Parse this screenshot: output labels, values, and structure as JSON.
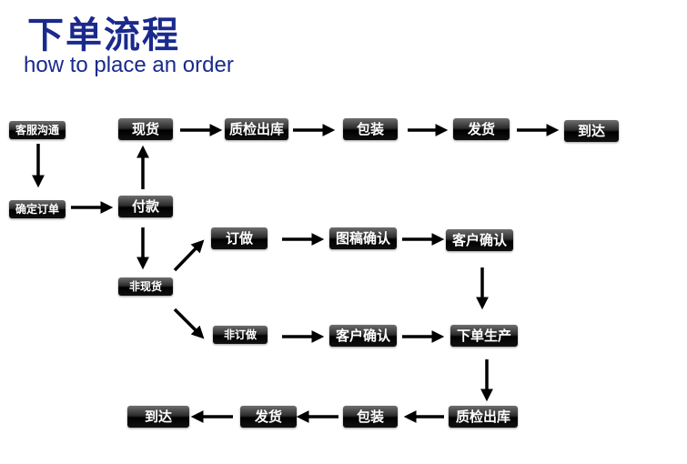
{
  "title": {
    "cn": "下单流程",
    "en": "how to place an order"
  },
  "nodes": {
    "consult": "客服沟通",
    "confirm_order": "确定订单",
    "pay": "付款",
    "in_stock": "现货",
    "qc_top": "质检出库",
    "pack_top": "包装",
    "ship_top": "发货",
    "arrive_top": "到达",
    "non_stock": "非现货",
    "custom": "订做",
    "drawing_confirm": "图稿确认",
    "client_confirm_top": "客户确认",
    "non_custom": "非订做",
    "client_confirm_mid": "客户确认",
    "produce": "下单生产",
    "qc_bottom": "质检出库",
    "pack_bottom": "包装",
    "ship_bottom": "发货",
    "arrive_bottom": "到达"
  }
}
